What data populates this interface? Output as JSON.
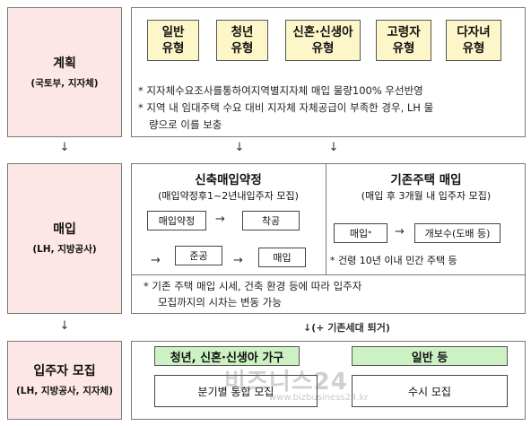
{
  "stages": [
    {
      "title": "계획",
      "subtitle": "(국토부, 지자체)"
    },
    {
      "title": "매입",
      "subtitle": "(LH, 지방공사)"
    },
    {
      "title": "입주자 모집",
      "subtitle": "(LH, 지방공사, 지자체)"
    }
  ],
  "plan": {
    "types": [
      {
        "line1": "일반",
        "line2": "유형"
      },
      {
        "line1": "청년",
        "line2": "유형"
      },
      {
        "line1": "신혼·신생아",
        "line2": "유형"
      },
      {
        "line1": "고령자",
        "line2": "유형"
      },
      {
        "line1": "다자녀",
        "line2": "유형"
      }
    ],
    "notes": [
      "* 지자체수요조사를통하여지역별지자체 매입 물량100% 우선반영",
      "* 지역 내 임대주택 수요 대비 지자체 자체공급이 부족한 경우, LH 물",
      "량으로 이를 보충"
    ]
  },
  "purchase": {
    "new": {
      "title": "신축매입약정",
      "subtitle": "(매입약정후1~2년내입주자 모집)",
      "steps": [
        "매입약정",
        "착공",
        "준공",
        "매입"
      ]
    },
    "existing": {
      "title": "기존주택 매입",
      "subtitle": "(매입 후 3개월 내 입주자 모집)",
      "steps": [
        "매입",
        "개보수(도배 등)"
      ],
      "step1_mark": "*",
      "footnote": "* 건령 10년 이내 민간 주택 등"
    },
    "notes": [
      "* 기존 주택 매입 시세, 건축 환경  등에 따라 입주자",
      "모집까지의 시차는 변동 가능"
    ]
  },
  "arrows": {
    "down": "↓",
    "right": "→",
    "down_note": "↓(+ 기존세대 퇴거)"
  },
  "recruit": {
    "groups": [
      {
        "label": "청년, 신혼·신생아 가구",
        "method": "분기별 통합 모집"
      },
      {
        "label": "일반 등",
        "method": "수시 모집"
      }
    ]
  },
  "watermark": {
    "text": "비즈니스24",
    "url": "www.bizbusiness24.kr"
  },
  "colors": {
    "stage_bg": "#fde6e6",
    "type_box_bg": "#fdf6c8",
    "group_box_bg": "#ccf2c4"
  }
}
